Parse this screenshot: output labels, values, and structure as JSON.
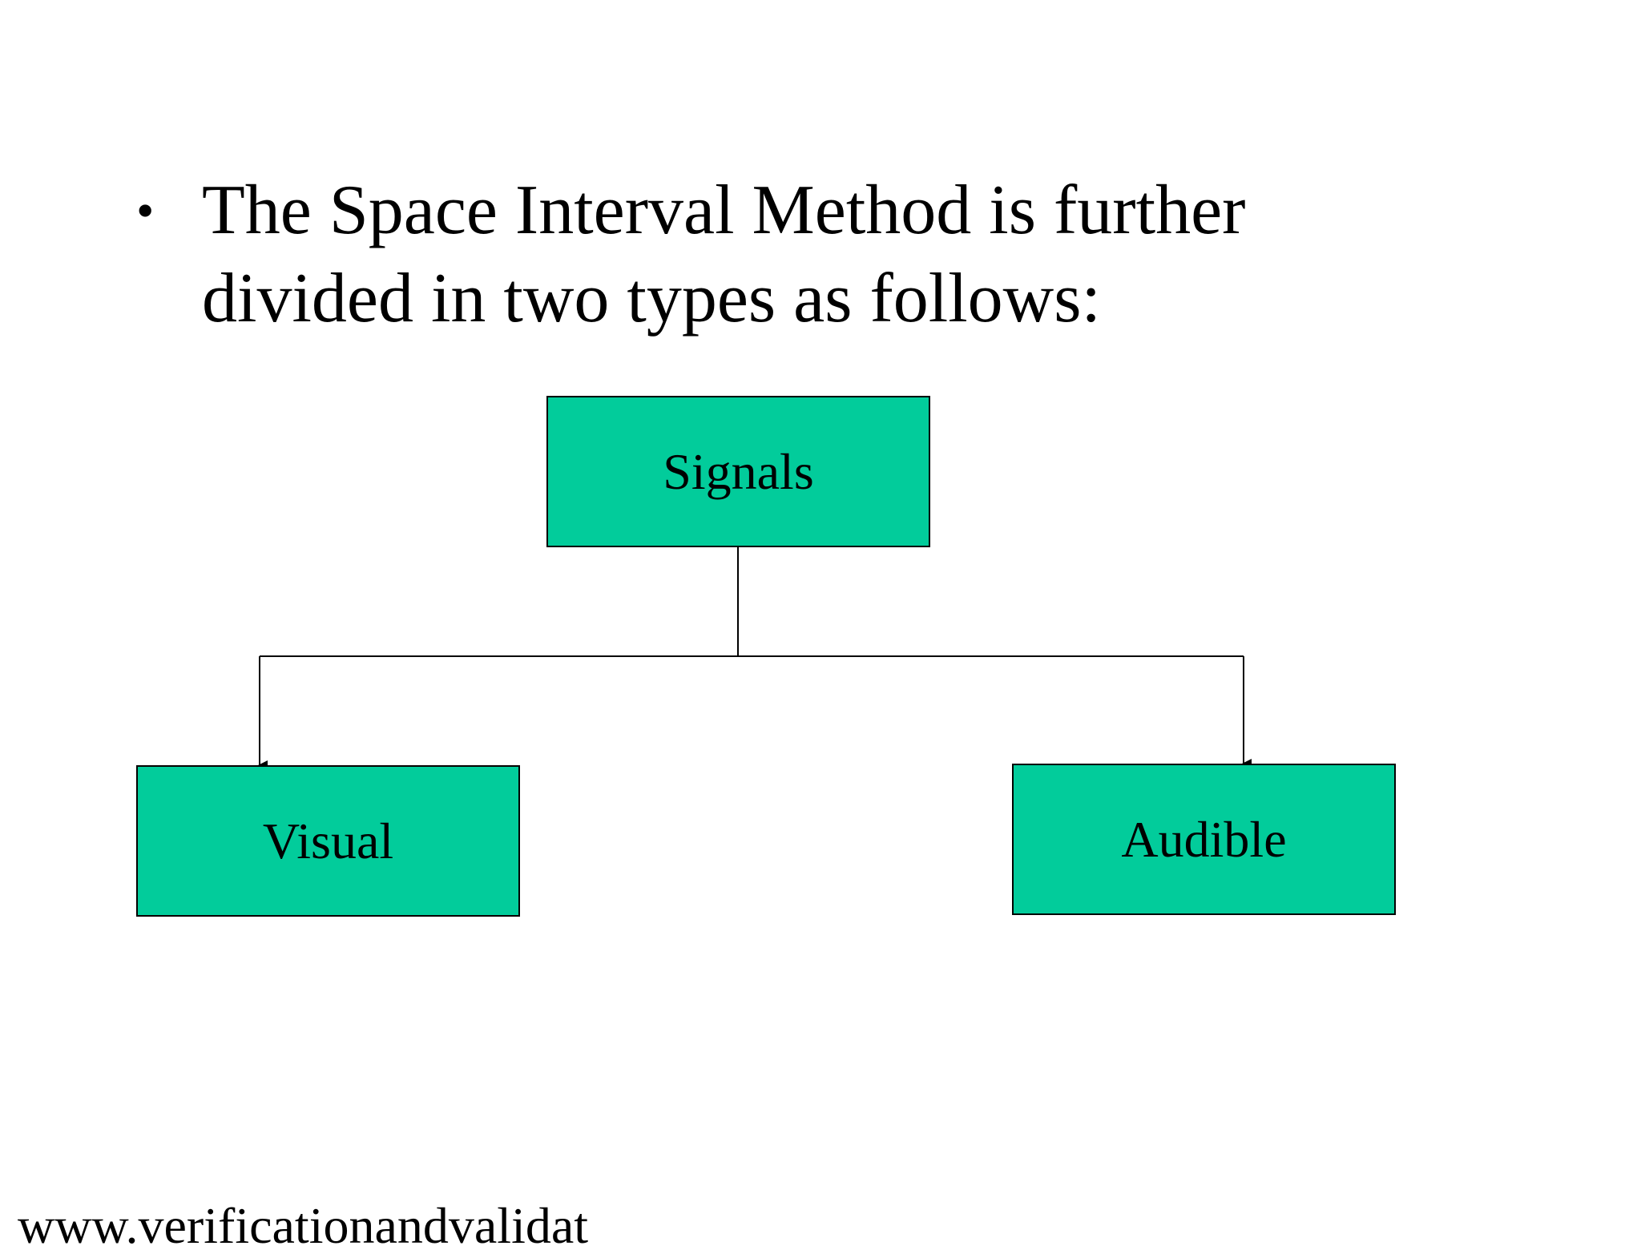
{
  "slide": {
    "bullet_text": "The Space Interval Method is further divided in two types as follows:"
  },
  "diagram": {
    "root": "Signals",
    "children": [
      "Visual",
      "Audible"
    ],
    "box_fill": "#02cc9b",
    "line_color": "#000000"
  },
  "footer": {
    "url_text": "www.verificationandvalidat"
  }
}
